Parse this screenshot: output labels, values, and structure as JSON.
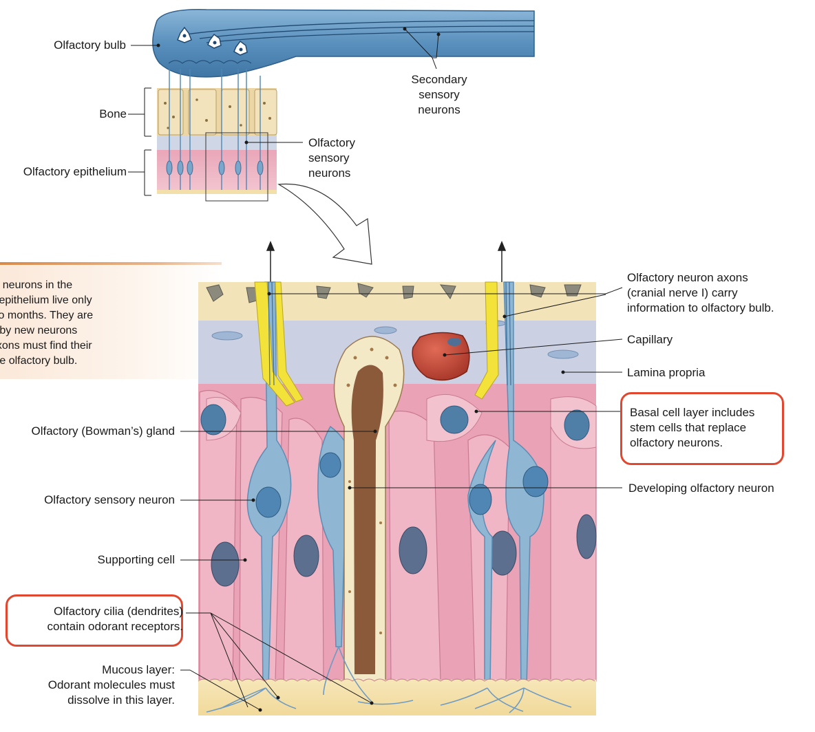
{
  "labels": {
    "olfactory_bulb": "Olfactory bulb",
    "bone": "Bone",
    "olfactory_epithelium": "Olfactory epithelium",
    "olfactory_sensory_neurons": "Olfactory\nsensory\nneurons",
    "secondary_sensory_neurons": "Secondary\nsensory\nneurons",
    "axons": "Olfactory neuron axons\n(cranial nerve I) carry\ninformation to olfactory bulb.",
    "capillary": "Capillary",
    "lamina_propria": "Lamina propria",
    "basal_cell_layer": "Basal cell layer includes\nstem cells that replace\nolfactory neurons.",
    "bowmans_gland": "Olfactory (Bowman’s) gland",
    "developing_neuron": "Developing olfactory neuron",
    "sensory_neuron": "Olfactory sensory neuron",
    "supporting_cell": "Supporting cell",
    "cilia": "Olfactory cilia (dendrites)\ncontain odorant receptors.",
    "mucous_layer": "Mucous layer:\nOdorant molecules must\ndissolve in this layer."
  },
  "sidebar": {
    "text": "ry neurons in the\ny epithelium live only\nwo months. They are\nd by new neurons\naxons must find their\nthe olfactory bulb."
  },
  "colors": {
    "callout_border": "#e0472e",
    "bulb_blue": "#4f86b4",
    "epithelium_pink": "#e7a3b5",
    "bone_tan": "#f1dfb4",
    "axon_yellow": "#f2e23a",
    "neuron_blue": "#8fb6d3",
    "capillary_red": "#c94a3a",
    "gland_brown": "#8a5a3b"
  }
}
